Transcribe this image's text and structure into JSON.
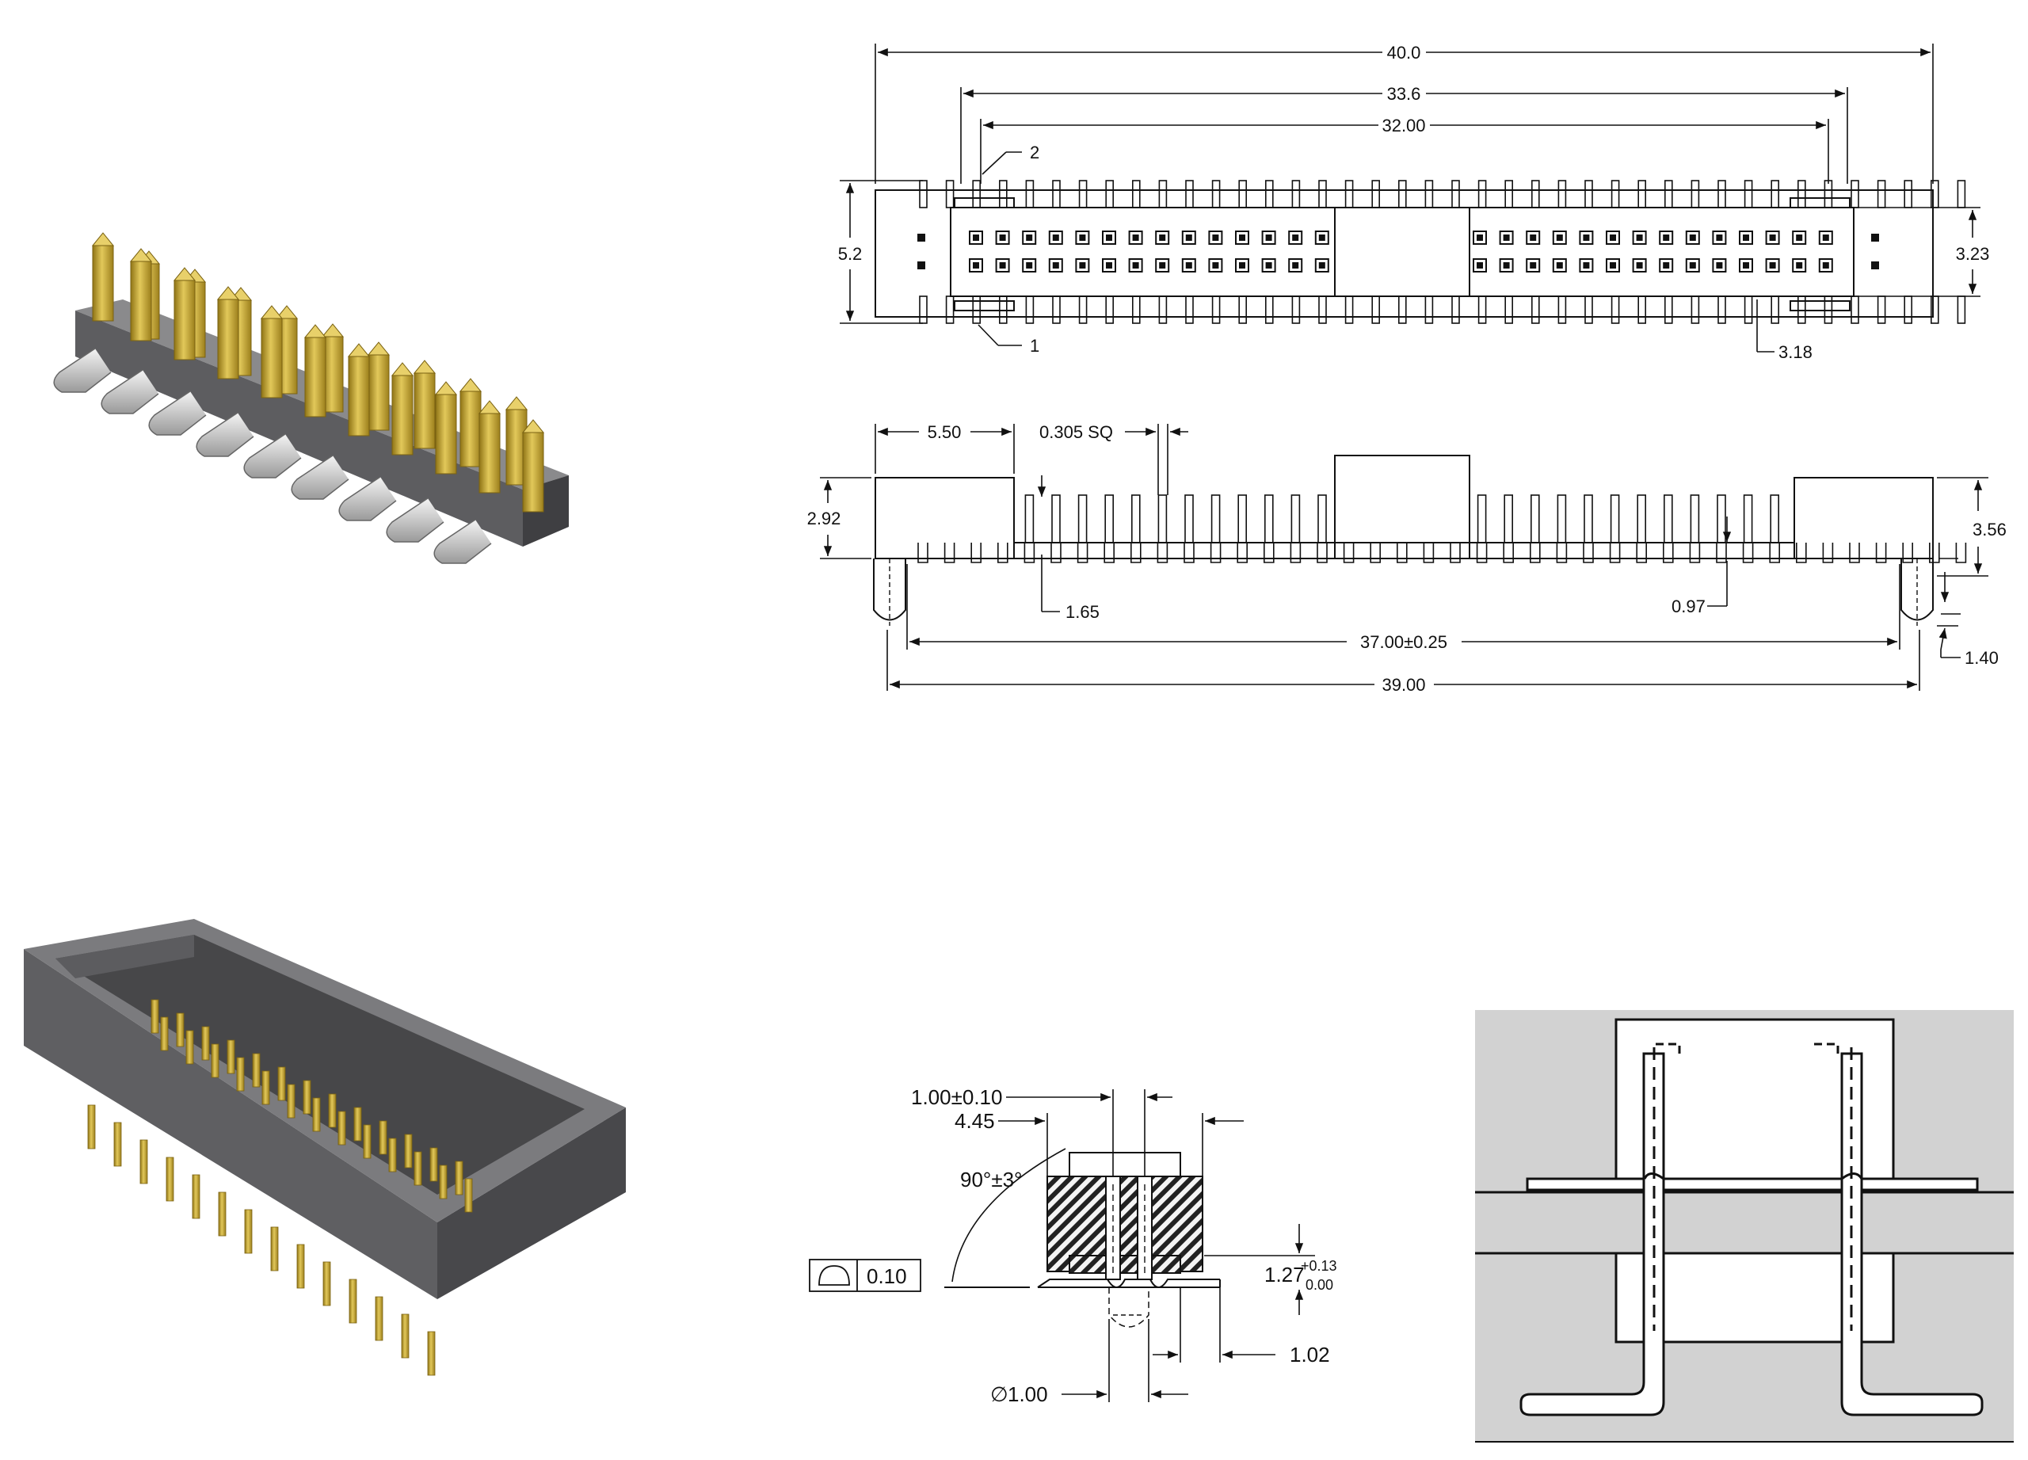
{
  "colors": {
    "background": "#ffffff",
    "housing_dark": "#5a5a5c",
    "housing_light": "#7a7a7c",
    "pin_gold": "#c9a932",
    "pin_gold_dark": "#8f7416",
    "line": "#111111",
    "panel_gray": "#d2d2d2"
  },
  "top_view": {
    "dims": {
      "overall": "40.0",
      "span_mid": "33.6",
      "pitch_span": "32.00",
      "height": "5.2",
      "row_spacing": "3.23",
      "offset": "3.18",
      "pin_1": "1",
      "pin_2": "2"
    }
  },
  "side_view": {
    "dims": {
      "end_width": "5.50",
      "pin_square": "0.305 SQ",
      "end_height": "2.92",
      "body_height": "3.56",
      "standoff": "1.65",
      "pin_offset": "0.97",
      "tail": "1.40",
      "post_span": "37.00±0.25",
      "overall_span": "39.00"
    }
  },
  "footprint": {
    "dims": {
      "pad_pitch": "1.00±0.10",
      "width": "4.45",
      "angle": "90°±3°",
      "flatness": "0.10",
      "height_nominal": "1.27",
      "height_upper": "+0.13",
      "height_lower": "0.00",
      "pad_length": "1.02",
      "hole": "1.00",
      "hole_symbol": "∅"
    }
  }
}
